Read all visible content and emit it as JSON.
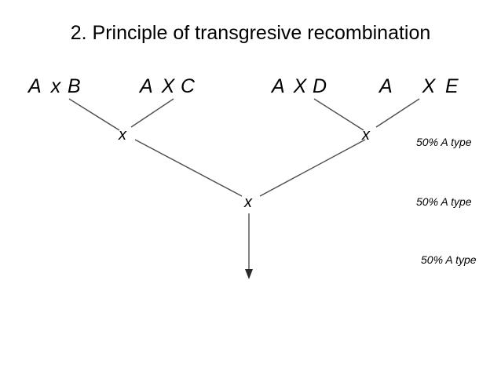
{
  "slide": {
    "title": "2. Principle of transgresive recombination",
    "background_color": "#ffffff",
    "line_color": "#4d4d4d",
    "text_color": "#000000"
  },
  "crosses": [
    {
      "id": "ab",
      "parent1": "A",
      "operator": "x",
      "parent2": "B"
    },
    {
      "id": "ac",
      "parent1": "A",
      "operator": "X",
      "parent2": "C"
    },
    {
      "id": "ad",
      "parent1": "A",
      "operator": "X",
      "parent2": "D"
    },
    {
      "id": "ae",
      "parent1": "A",
      "operator": "X",
      "parent2": "E"
    }
  ],
  "nodes": {
    "left": "x",
    "right": "x",
    "center": "x"
  },
  "labels": [
    {
      "id": "gen1",
      "text": "50% A type"
    },
    {
      "id": "gen2",
      "text": "50% A type"
    },
    {
      "id": "gen3",
      "text": "50% A type"
    }
  ]
}
